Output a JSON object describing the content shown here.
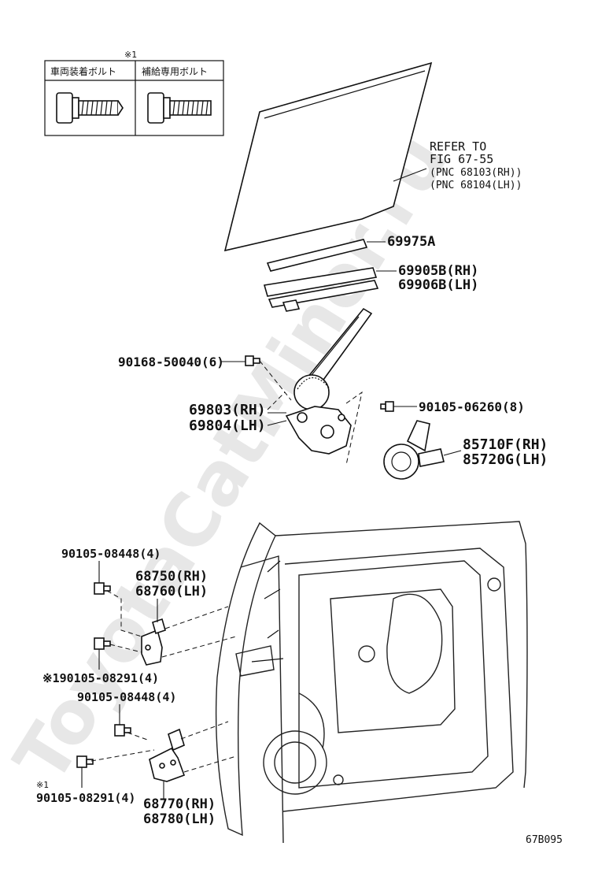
{
  "watermark": "ToyotaCatMiner.ru",
  "diagram_code": "67B095",
  "bolt_table": {
    "note": "※1",
    "col1": "車両装着ボルト",
    "col2": "補給専用ボルト"
  },
  "refer": {
    "line1": "REFER TO",
    "line2": "FIG 67-55",
    "line3": "(PNC 68103(RH))",
    "line4": "(PNC 68104(LH))"
  },
  "labels": {
    "p69975a": "69975A",
    "p69905b": "69905B(RH)",
    "p69906b": "69906B(LH)",
    "p90168": "90168-50040(6)",
    "p69803": "69803(RH)",
    "p69804": "69804(LH)",
    "p90105_06260": "90105-06260(8)",
    "p85710f": "85710F(RH)",
    "p85720g": "85720G(LH)",
    "p90105_08448_a": "90105-08448(4)",
    "p68750": "68750(RH)",
    "p68760": "68760(LH)",
    "p90105_08291_a": "※190105-08291(4)",
    "p90105_08448_b": "90105-08448(4)",
    "note_b": "※1",
    "p90105_08291_b": "90105-08291(4)",
    "p68770": "68770(RH)",
    "p68780": "68780(LH)"
  }
}
